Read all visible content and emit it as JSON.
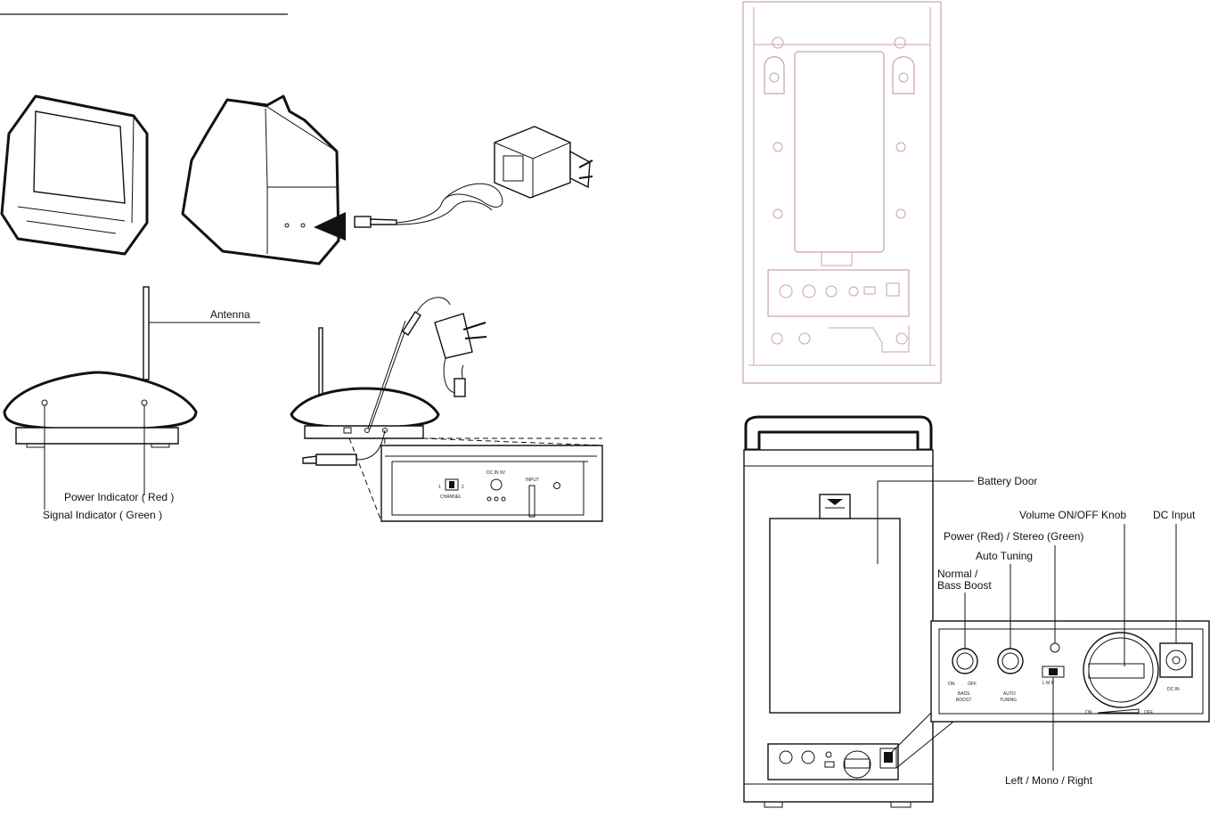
{
  "left": {
    "receiver_labels": {
      "antenna": "Antenna",
      "power_indicator": "Power Indicator ( Red )",
      "signal_indicator": "Signal Indicator ( Green )"
    },
    "panel_labels": {
      "dc_in": "DC IN 9V",
      "channel": "CHANNEL",
      "input": "INPUT",
      "channel_1": "1",
      "channel_2": "2"
    }
  },
  "right": {
    "callouts": {
      "battery_door": "Battery Door",
      "volume_knob": "Volume ON/OFF Knob",
      "dc_input": "DC Input",
      "power_stereo": "Power (Red) / Stereo (Green)",
      "auto_tuning": "Auto Tuning",
      "normal_bass": "Normal /",
      "normal_bass_2": "Bass Boost",
      "left_mono_right": "Left / Mono / Right"
    },
    "panel_labels": {
      "bass_on": "ON",
      "bass_off": "OFF",
      "bass_boost": "BASS",
      "bass_boost_2": "BOOST",
      "auto_tuning_1": "AUTO",
      "auto_tuning_2": "TUNING",
      "dc_in": "DC IN",
      "lmr": "L  M  R",
      "on": "ON",
      "off": "OFF"
    }
  }
}
